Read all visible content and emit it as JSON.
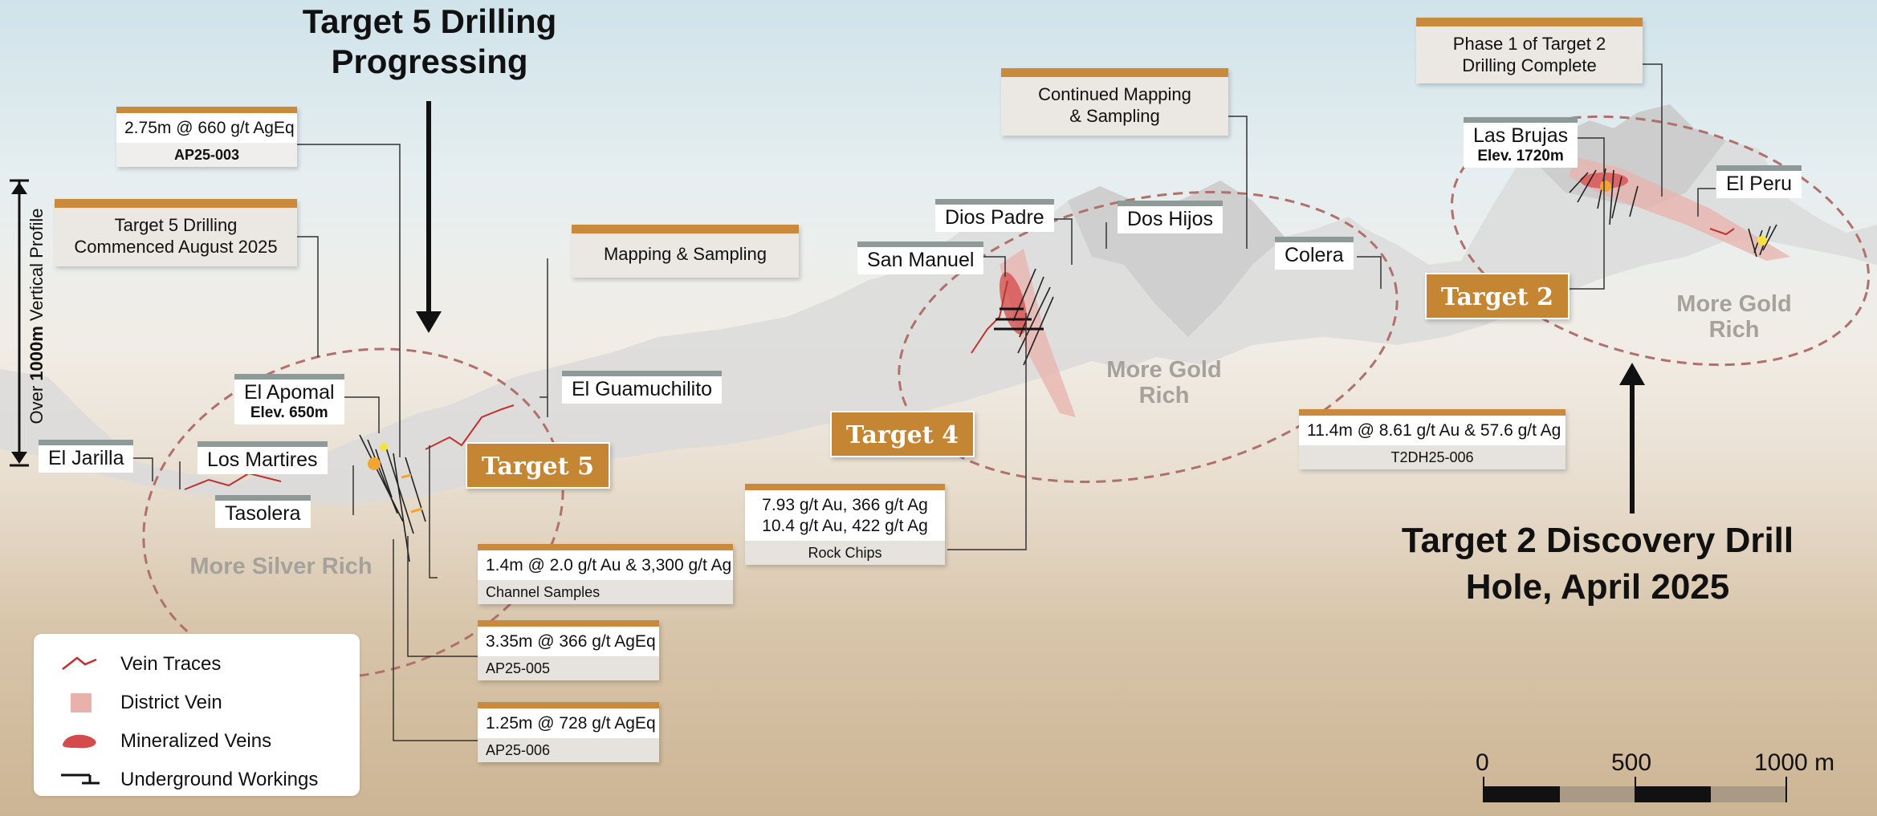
{
  "headlines": {
    "target5_title_line1": "Target 5 Drilling",
    "target5_title_line2": "Progressing",
    "target2_title_line1": "Target 2 Discovery Drill",
    "target2_title_line2": "Hole, April 2025"
  },
  "callouts": {
    "target5_commenced_line1": "Target 5 Drilling",
    "target5_commenced_line2": "Commenced August 2025",
    "mapping_sampling": "Mapping & Sampling",
    "continued_mapping_line1": "Continued Mapping",
    "continued_mapping_line2": "& Sampling",
    "phase1_line1": "Phase 1 of Target 2",
    "phase1_line2": "Drilling Complete"
  },
  "assays": {
    "ap25_003": {
      "value": "2.75m @ 660 g/t  AgEq",
      "source": "AP25-003"
    },
    "channel": {
      "value": "1.4m @ 2.0 g/t Au & 3,300 g/t Ag",
      "source": "Channel Samples"
    },
    "ap25_005": {
      "value": "3.35m @ 366 g/t  AgEq",
      "source": "AP25-005"
    },
    "ap25_006": {
      "value": "1.25m @ 728 g/t  AgEq",
      "source": "AP25-006"
    },
    "rock_chips": {
      "value_line1": "7.93 g/t Au, 366 g/t Ag",
      "value_line2": "10.4 g/t Au, 422 g/t Ag",
      "source": "Rock Chips"
    },
    "t2dh25_006": {
      "value": "11.4m @ 8.61 g/t Au & 57.6 g/t Ag",
      "source": "T2DH25-006"
    }
  },
  "locations": {
    "el_jarilla": "El Jarilla",
    "los_martires": "Los Martires",
    "tasolera": "Tasolera",
    "el_apomal": "El Apomal",
    "el_apomal_elev": "Elev. 650m",
    "el_guamuchilito": "El Guamuchilito",
    "san_manuel": "San Manuel",
    "dios_padre": "Dios Padre",
    "dos_hijos": "Dos Hijos",
    "colera": "Colera",
    "las_brujas": "Las Brujas",
    "las_brujas_elev": "Elev. 1720m",
    "el_peru": "El Peru"
  },
  "targets": {
    "target5": "Target 5",
    "target4": "Target 4",
    "target2": "Target 2"
  },
  "zones": {
    "silver": "More Silver Rich",
    "gold1_line1": "More Gold",
    "gold1_line2": "Rich",
    "gold2_line1": "More Gold",
    "gold2_line2": "Rich"
  },
  "vertical_profile": {
    "prefix": "Over ",
    "bold": "1000m",
    "suffix": " Vertical Profile"
  },
  "legend": {
    "vein_traces": "Vein Traces",
    "district_vein": "District Vein",
    "mineralized_veins": "Mineralized Veins",
    "underground_workings": "Underground Workings"
  },
  "scale": {
    "tick0": "0",
    "tick1": "500",
    "tick2": "1000 m"
  },
  "colors": {
    "accent_orange": "#c98a3c",
    "target_tag": "#c58634",
    "vein_red": "#c0322f",
    "district_vein_pink": "#e8b1ab",
    "zone_dash": "#b0706b",
    "location_bar": "#8e9a98"
  }
}
